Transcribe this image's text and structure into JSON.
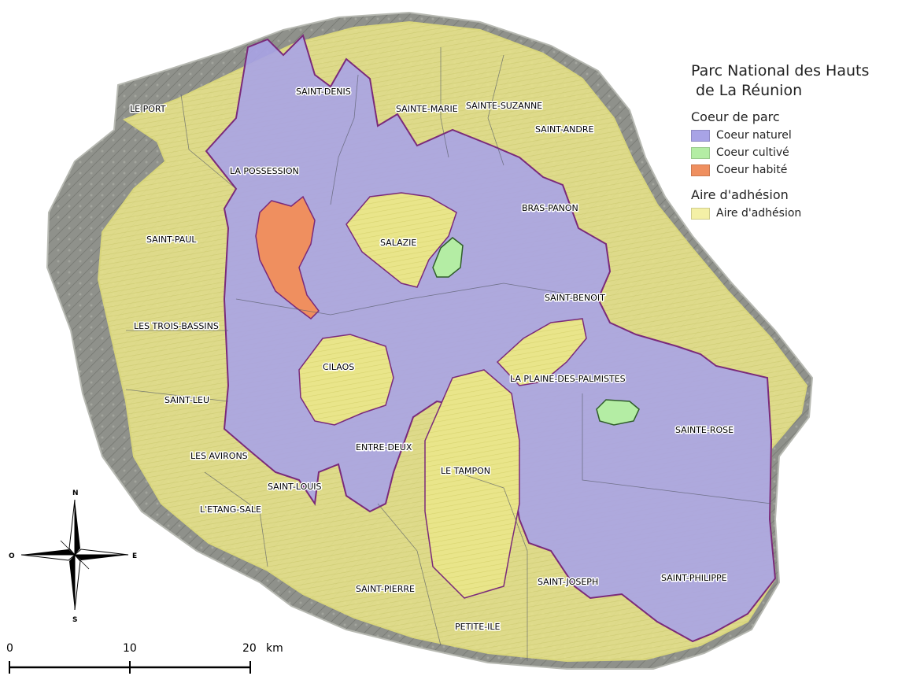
{
  "legend": {
    "title_line1": "Parc National des Hauts",
    "title_line2": "de La Réunion",
    "group_core": "Coeur de parc",
    "core_items": [
      {
        "label": "Coeur naturel",
        "color": "#a8a3e6"
      },
      {
        "label": "Coeur cultivé",
        "color": "#b4eda4"
      },
      {
        "label": "Coeur habité",
        "color": "#ef8f5f"
      }
    ],
    "group_adhesion": "Aire d'adhésion",
    "adhesion_item": {
      "label": "Aire d'adhésion",
      "color": "#f4f0a6"
    }
  },
  "communes": [
    "LE PORT",
    "SAINT-DENIS",
    "SAINTE-MARIE",
    "SAINTE-SUZANNE",
    "SAINT-ANDRE",
    "LA POSSESSION",
    "BRAS-PANON",
    "SAINT-PAUL",
    "SALAZIE",
    "SAINT-BENOIT",
    "LES TROIS-BASSINS",
    "CILAOS",
    "LA PLAINE-DES-PALMISTES",
    "SAINT-LEU",
    "SAINTE-ROSE",
    "LES AVIRONS",
    "ENTRE-DEUX",
    "LE TAMPON",
    "SAINT-LOUIS",
    "L'ETANG-SALE",
    "SAINT-JOSEPH",
    "SAINT-PHILIPPE",
    "SAINT-PIERRE",
    "PETITE-ILE"
  ],
  "compass": {
    "n": "N",
    "s": "S",
    "e": "E",
    "w": "O"
  },
  "scale": {
    "ticks": [
      "0",
      "10",
      "20"
    ],
    "unit": "km"
  }
}
